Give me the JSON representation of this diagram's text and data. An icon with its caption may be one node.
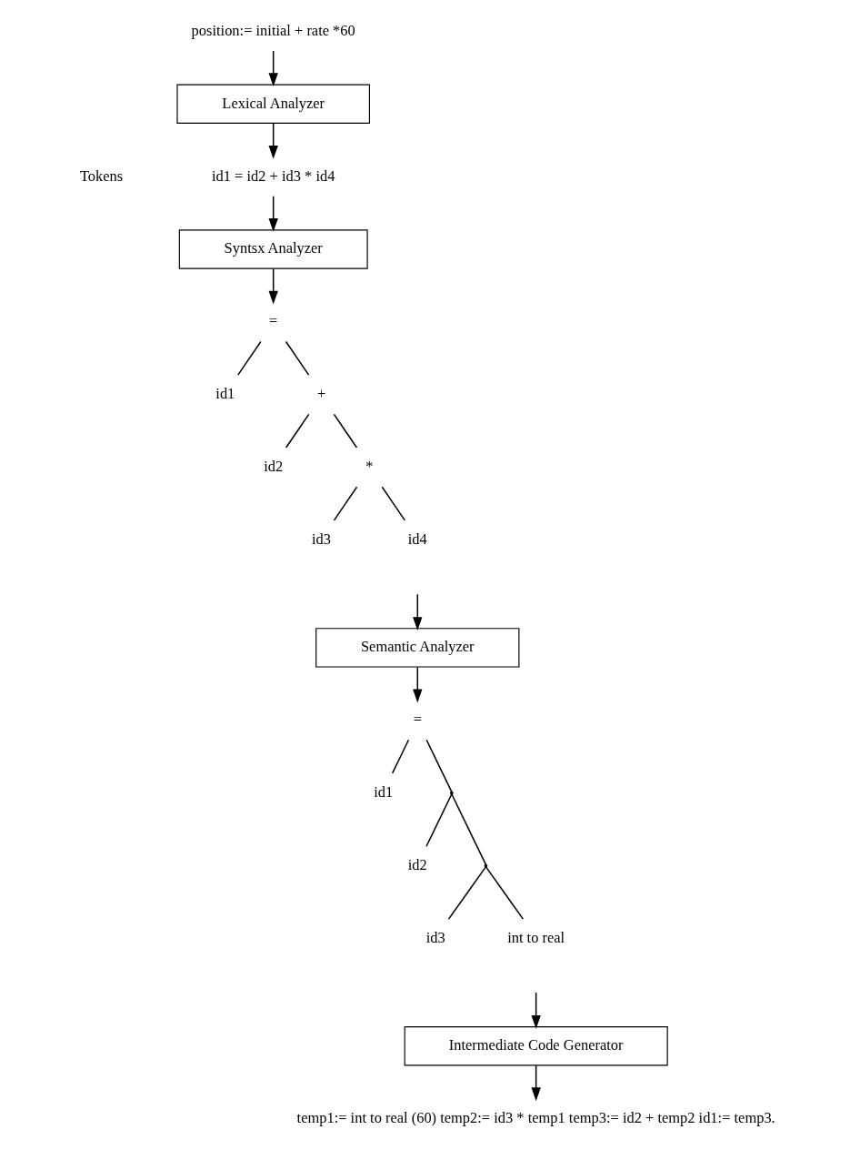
{
  "diagram": {
    "nodes": [
      {
        "text": [
          "position:= initial + rate *60"
        ]
      },
      {
        "text": [
          "Lexical Analyzer"
        ]
      },
      {
        "text": [
          "id1 = id2 + id3 * id4"
        ]
      },
      {
        "text": [
          "Syntsx Analyzer"
        ]
      },
      {
        "text": [
          "="
        ]
      },
      {
        "text": [
          "id1"
        ]
      },
      {
        "text": [
          "+"
        ]
      },
      {
        "text": [
          "id2"
        ]
      },
      {
        "text": [
          "*"
        ]
      },
      {
        "text": [
          "id3"
        ]
      },
      {
        "text": [
          "id4"
        ]
      },
      {
        "text": [
          "Semantic Analyzer"
        ]
      },
      {
        "text": [
          "="
        ]
      },
      {
        "text": [
          "id1"
        ]
      },
      {
        "text": [],
        "shape": "point"
      },
      {
        "text": [
          "id2"
        ]
      },
      {
        "text": [],
        "shape": "point"
      },
      {
        "text": [
          "id3"
        ]
      },
      {
        "text": [
          "int to real"
        ]
      },
      {
        "text": [
          "Intermediate Code Generator"
        ]
      },
      {
        "text": [
          "temp1:= int to real (60) temp2:= id3 * temp1 temp3:= id2 + temp2 id1:= temp3."
        ]
      }
    ],
    "edges": [
      {
        "from": 0,
        "to": 1,
        "arrow": "to"
      },
      {
        "from": 1,
        "to": 2,
        "arrow": "to"
      },
      {
        "from": 2,
        "to": 3,
        "arrow": "to"
      },
      {
        "from": 3,
        "to": 4,
        "arrow": "to"
      },
      {
        "from": 4,
        "to": 5,
        "arrow": "none"
      },
      {
        "from": 4,
        "to": 6,
        "arrow": "none"
      },
      {
        "from": 6,
        "to": 7,
        "arrow": "none"
      },
      {
        "from": 6,
        "to": 8,
        "arrow": "none"
      },
      {
        "from": 8,
        "to": 9,
        "arrow": "none"
      },
      {
        "from": 8,
        "to": 10,
        "arrow": "none"
      },
      {
        "from": null,
        "to": 11,
        "arrow": "to"
      },
      {
        "from": 11,
        "to": 12,
        "arrow": "to"
      },
      {
        "from": 12,
        "to": 13,
        "arrow": "none"
      },
      {
        "from": 12,
        "to": 14,
        "arrow": "none"
      },
      {
        "from": 14,
        "to": 15,
        "arrow": "none"
      },
      {
        "from": 14,
        "to": 16,
        "arrow": "none"
      },
      {
        "from": 16,
        "to": 17,
        "arrow": "none"
      },
      {
        "from": 16,
        "to": 18,
        "arrow": "none"
      },
      {
        "from": null,
        "to": 19,
        "arrow": "to"
      },
      {
        "from": 19,
        "to": 20,
        "arrow": "to"
      }
    ],
    "labels": [
      "Tokens"
    ]
  }
}
